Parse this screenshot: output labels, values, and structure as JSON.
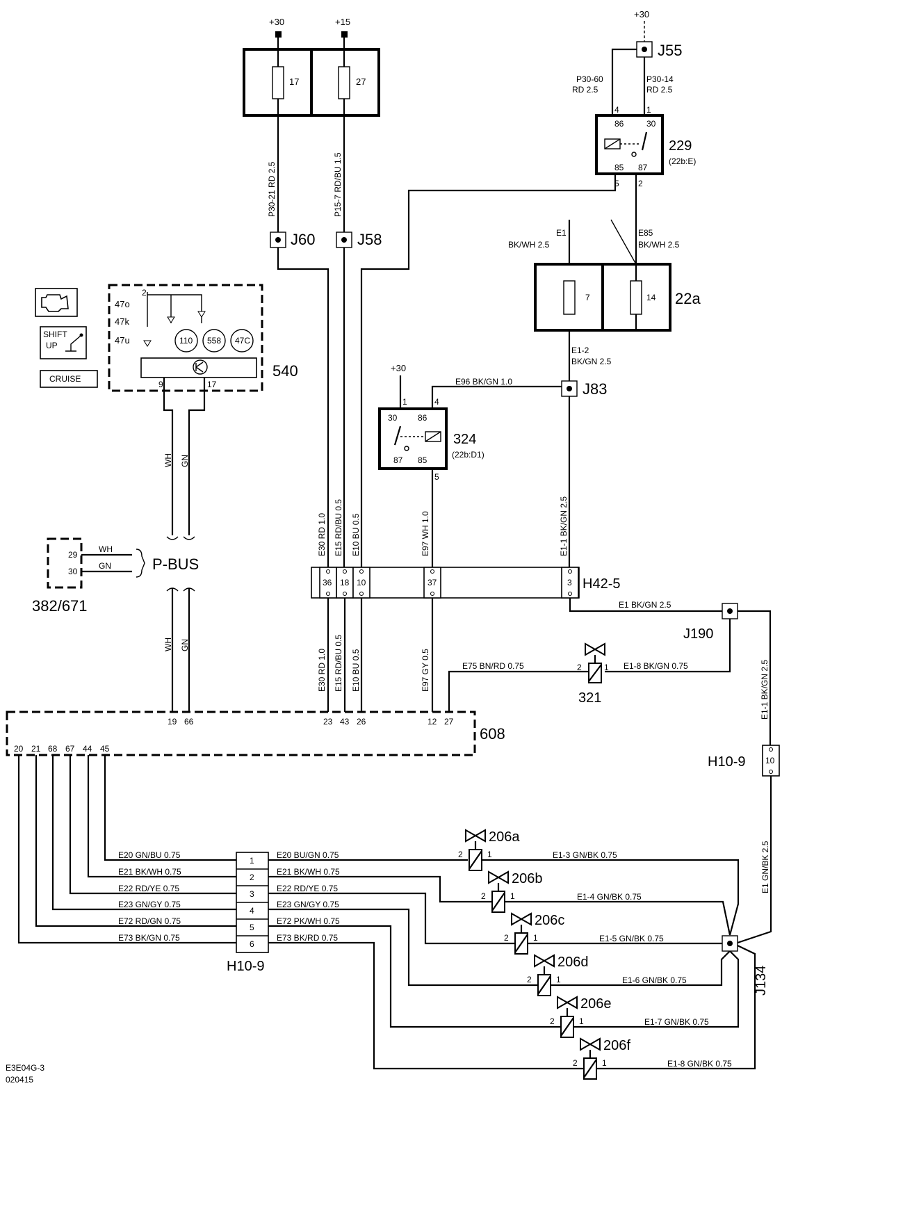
{
  "supplies": {
    "p30a": "+30",
    "p15": "+15",
    "p30b": "+30",
    "p30c": "+30"
  },
  "fuse_box_top": {
    "f1": "17",
    "f2": "27"
  },
  "fuse_box_22a": {
    "f1": "7",
    "f2": "14",
    "label": "22a"
  },
  "junctions": {
    "j55": "J55",
    "j60": "J60",
    "j58": "J58",
    "j83": "J83",
    "j190": "J190",
    "j134": "J134"
  },
  "relay_229": {
    "label": "229",
    "ref": "(22b:E)",
    "p86": "86",
    "p30": "30",
    "p85": "85",
    "p87": "87",
    "pin4": "4",
    "pin1": "1",
    "pin5": "5",
    "pin2": "2"
  },
  "relay_324": {
    "label": "324",
    "ref": "(22b:D1)",
    "p30": "30",
    "p86": "86",
    "p87": "87",
    "p85": "85",
    "pin1": "1",
    "pin4": "4",
    "pin5": "5"
  },
  "wires_top": {
    "p30_60": "P30-60",
    "rd25a": "RD  2.5",
    "p30_14": "P30-14",
    "rd25b": "RD  2.5",
    "e1": "E1",
    "bkwh25a": "BK/WH  2.5",
    "e85": "E85",
    "bkwh25b": "BK/WH  2.5",
    "e1_2": "E1-2",
    "bkgn25": "BK/GN  2.5",
    "e96": "E96  BK/GN  1.0"
  },
  "vertical_labels": {
    "p30_21": "P30-21  RD  2.5",
    "p15_7": "P15-7  RD/BU  1.5",
    "e30a": "E30  RD  1.0",
    "e15a": "E15  RD/BU  0.5",
    "e10a": "E10  BU  0.5",
    "e97a": "E97  WH  1.0",
    "e1_1a": "E1-1  BK/GN  2.5",
    "e30b": "E30  RD  1.0",
    "e15b": "E15  RD/BU  0.5",
    "e10b": "E10  BU  0.5",
    "e97b": "E97  GY  0.5",
    "e1_1b": "E1-1  BK/GN  2.5",
    "e1gnbk": "E1  GN/BK  2.5",
    "wh1": "WH",
    "gn1": "GN",
    "wh2": "WH",
    "gn2": "GN"
  },
  "instrument_540": {
    "label": "540",
    "pin2": "2",
    "s1": "47o",
    "s2": "47k",
    "s3": "47u",
    "c1": "110",
    "c2": "558",
    "c3": "47C",
    "pin9": "9",
    "pin17": "17"
  },
  "legend": {
    "shift": "SHIFT",
    "up": "UP",
    "cruise": "CRUISE"
  },
  "pbus": {
    "label": "P-BUS",
    "wh": "WH",
    "gn": "GN",
    "pin29": "29",
    "pin30": "30",
    "unit": "382/671"
  },
  "h42": {
    "label": "H42-5",
    "pins": [
      "36",
      "18",
      "10",
      "37",
      "3"
    ]
  },
  "right_side": {
    "e1bkgn": "E1  BK/GN  2.5",
    "e1_8a": "E1-8  BK/GN  0.75",
    "e75": "E75  BN/RD  0.75",
    "v321": "321",
    "pin2": "2",
    "pin1": "1",
    "h10_9": "H10-9",
    "pin10": "10"
  },
  "module_608": {
    "label": "608",
    "top_pins": [
      "19",
      "66",
      "23",
      "43",
      "26",
      "12",
      "27"
    ],
    "bottom_pins": [
      "20",
      "21",
      "68",
      "67",
      "44",
      "45"
    ]
  },
  "connector_h10_9": {
    "label": "H10-9",
    "pins": [
      "1",
      "2",
      "3",
      "4",
      "5",
      "6"
    ],
    "left": [
      "E20  GN/BU  0.75",
      "E21  BK/WH  0.75",
      "E22  RD/YE  0.75",
      "E23  GN/GY  0.75",
      "E72  RD/GN  0.75",
      "E73  BK/GN  0.75"
    ],
    "right": [
      "E20  BU/GN  0.75",
      "E21  BK/WH  0.75",
      "E22  RD/YE  0.75",
      "E23  GN/GY  0.75",
      "E72  PK/WH  0.75",
      "E73  BK/RD  0.75"
    ]
  },
  "valves": [
    {
      "label": "206a",
      "ret": "E1-3  GN/BK  0.75"
    },
    {
      "label": "206b",
      "ret": "E1-4  GN/BK  0.75"
    },
    {
      "label": "206c",
      "ret": "E1-5  GN/BK  0.75"
    },
    {
      "label": "206d",
      "ret": "E1-6  GN/BK  0.75"
    },
    {
      "label": "206e",
      "ret": "E1-7  GN/BK  0.75"
    },
    {
      "label": "206f",
      "ret": "E1-8  GN/BK  0.75"
    }
  ],
  "valve_pins": {
    "p2": "2",
    "p1": "1"
  },
  "footer": {
    "code": "E3E04G-3",
    "date": "020415"
  }
}
